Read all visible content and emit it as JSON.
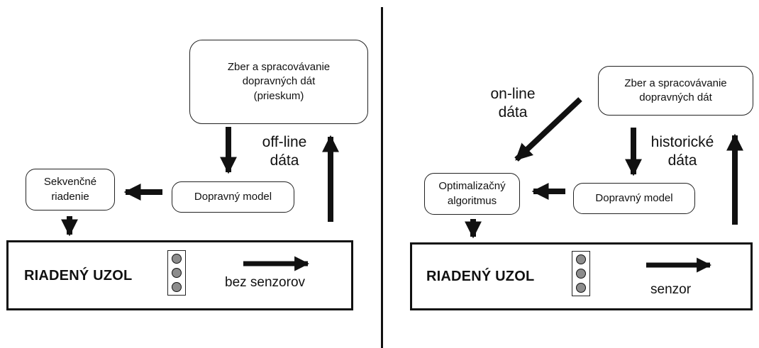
{
  "left": {
    "data_box": [
      "Zber a spracovávanie",
      "dopravných dát",
      "(prieskum)"
    ],
    "data_label": [
      "off-line",
      "dáta"
    ],
    "model_box": "Dopravný model",
    "control_box": [
      "Sekvenčné",
      "riadenie"
    ],
    "node_title": "RIADENÝ UZOL",
    "sensor_label": "bez senzorov"
  },
  "right": {
    "data_box": [
      "Zber a spracovávanie",
      "dopravných dát"
    ],
    "online_label": [
      "on-line",
      "dáta"
    ],
    "data_label": [
      "historické",
      "dáta"
    ],
    "model_box": "Dopravný model",
    "control_box": [
      "Optimalizačný",
      "algoritmus"
    ],
    "node_title": "RIADENÝ UZOL",
    "sensor_label": "senzor"
  },
  "colors": {
    "lamp": "#8c8c8c",
    "line": "#111111"
  }
}
